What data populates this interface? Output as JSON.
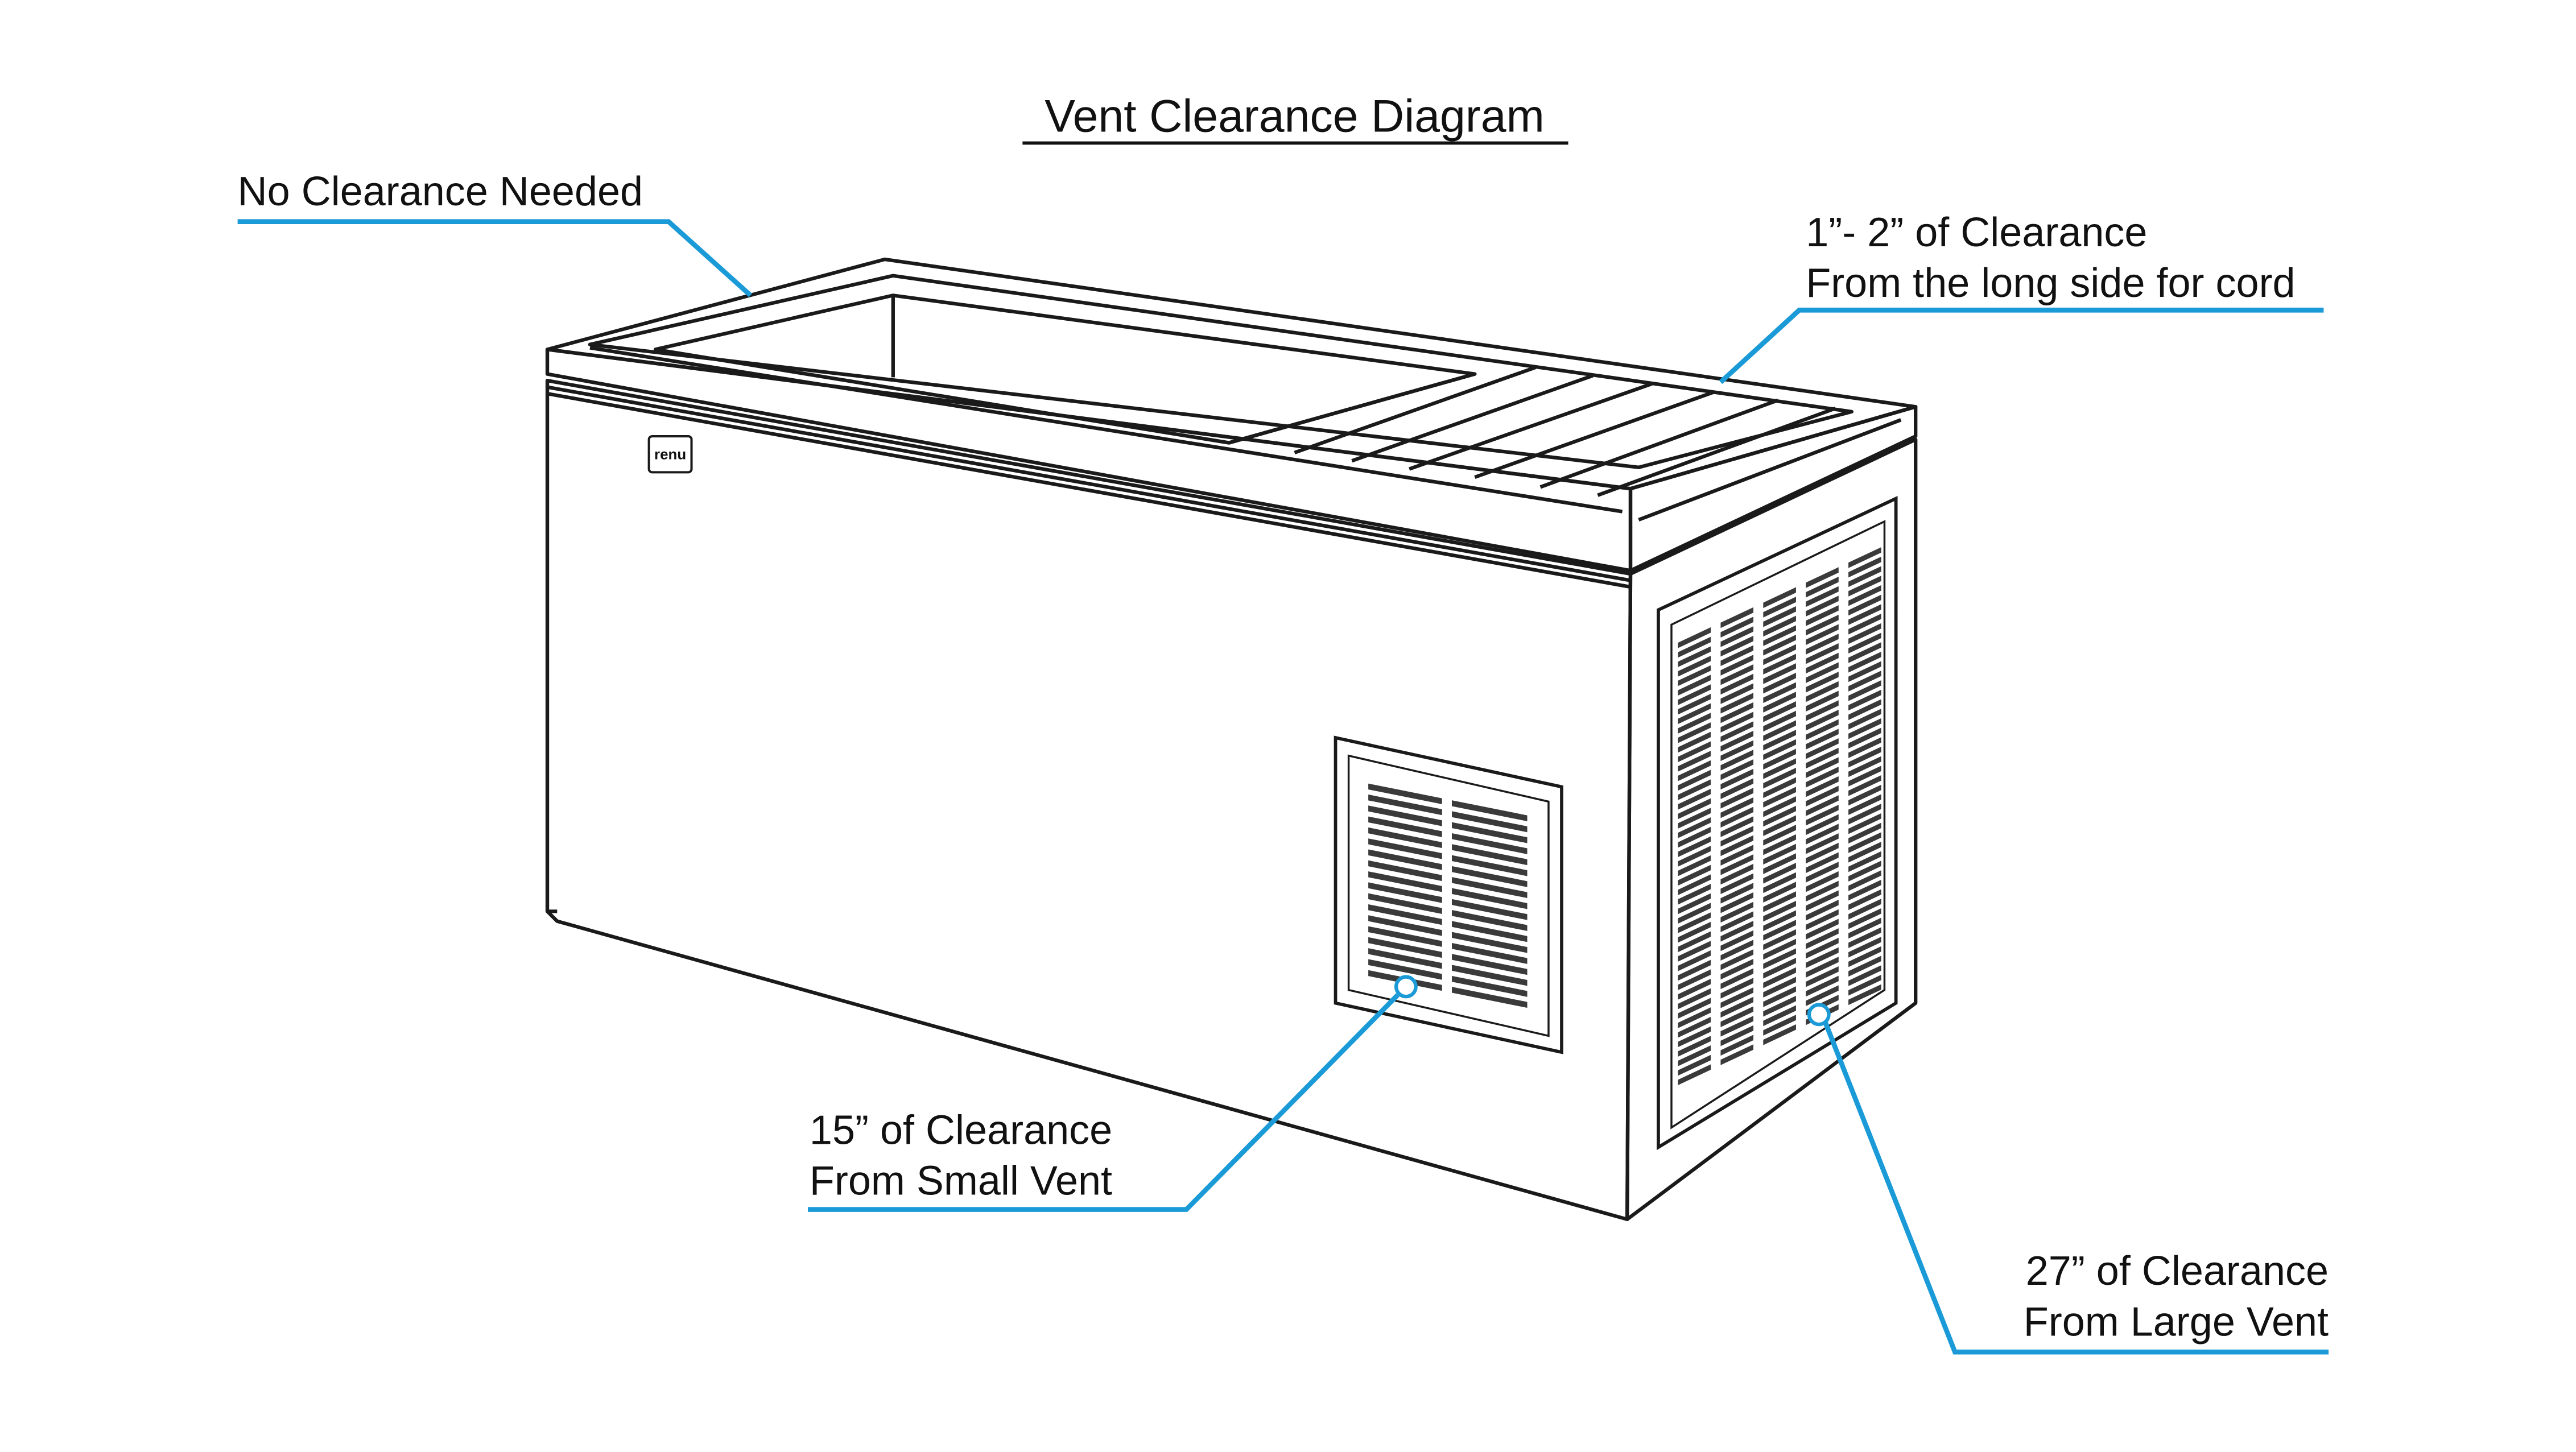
{
  "title": "Vent Clearance Diagram",
  "brand_logo": "renu",
  "callouts": {
    "top": {
      "line1": "No Clearance Needed"
    },
    "back": {
      "line1": "1”- 2” of Clearance",
      "line2": "From the long side for cord"
    },
    "small_vent": {
      "line1": "15” of Clearance",
      "line2": "From Small Vent"
    },
    "large_vent": {
      "line1": "27” of Clearance",
      "line2": "From Large Vent"
    }
  },
  "colors": {
    "leader": "#1a9ad6",
    "outline": "#1a1a1a",
    "grille": "#3a3a3a",
    "background": "#ffffff"
  },
  "icons": {
    "small_vent": "vent-grille-icon",
    "large_vent": "vent-grille-icon"
  }
}
